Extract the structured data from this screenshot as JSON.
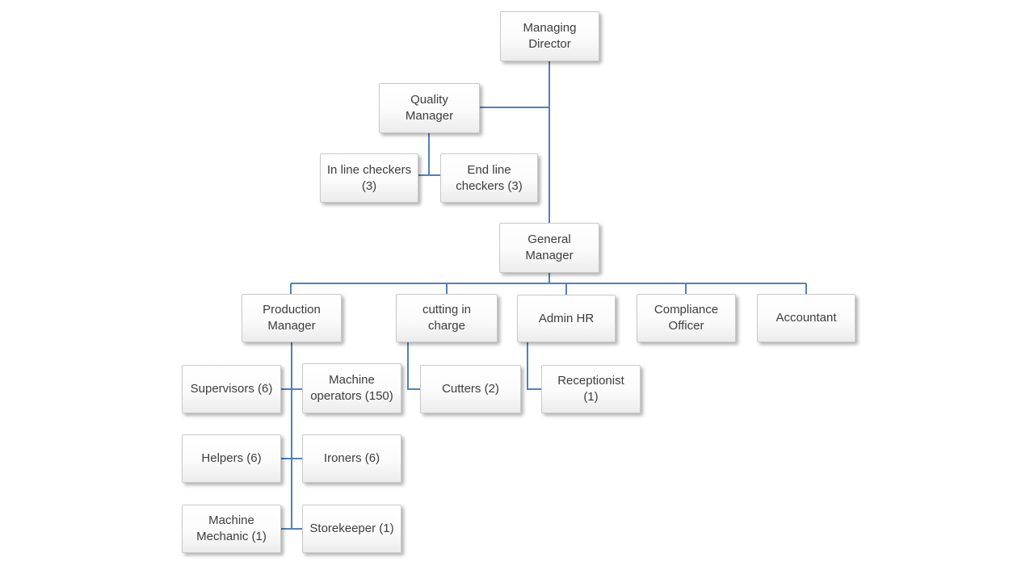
{
  "diagram": {
    "type": "org-chart",
    "page_background": "#ffffff",
    "connector_color": "#4f81bd",
    "box_style": {
      "fill_top": "#ffffff",
      "fill_bottom": "#ececec",
      "border": "#c9c9c9",
      "text_color": "#3d3d3d"
    },
    "nodes": [
      {
        "id": "managing-director",
        "label": "Managing\nDirector"
      },
      {
        "id": "quality-manager",
        "label": "Quality\nManager"
      },
      {
        "id": "in-line-checkers",
        "label": "In line checkers\n(3)"
      },
      {
        "id": "end-line-checkers",
        "label": "End line\ncheckers (3)"
      },
      {
        "id": "general-manager",
        "label": "General\nManager"
      },
      {
        "id": "production-manager",
        "label": "Production\nManager"
      },
      {
        "id": "cutting-in-charge",
        "label": "cutting in\ncharge"
      },
      {
        "id": "admin-hr",
        "label": "Admin HR"
      },
      {
        "id": "compliance-officer",
        "label": "Compliance\nOfficer"
      },
      {
        "id": "accountant",
        "label": "Accountant"
      },
      {
        "id": "supervisors",
        "label": "Supervisors (6)"
      },
      {
        "id": "machine-operators",
        "label": "Machine\noperators (150)"
      },
      {
        "id": "cutters",
        "label": "Cutters (2)"
      },
      {
        "id": "receptionist",
        "label": "Receptionist\n(1)"
      },
      {
        "id": "helpers",
        "label": "Helpers (6)"
      },
      {
        "id": "ironers",
        "label": "Ironers (6)"
      },
      {
        "id": "machine-mechanic",
        "label": "Machine\nMechanic (1)"
      },
      {
        "id": "storekeeper",
        "label": "Storekeeper (1)"
      }
    ],
    "edges": [
      {
        "from": "managing-director",
        "to": "quality-manager"
      },
      {
        "from": "managing-director",
        "to": "general-manager"
      },
      {
        "from": "quality-manager",
        "to": "in-line-checkers"
      },
      {
        "from": "quality-manager",
        "to": "end-line-checkers"
      },
      {
        "from": "general-manager",
        "to": "production-manager"
      },
      {
        "from": "general-manager",
        "to": "cutting-in-charge"
      },
      {
        "from": "general-manager",
        "to": "admin-hr"
      },
      {
        "from": "general-manager",
        "to": "compliance-officer"
      },
      {
        "from": "general-manager",
        "to": "accountant"
      },
      {
        "from": "production-manager",
        "to": "supervisors"
      },
      {
        "from": "production-manager",
        "to": "machine-operators"
      },
      {
        "from": "production-manager",
        "to": "helpers"
      },
      {
        "from": "production-manager",
        "to": "ironers"
      },
      {
        "from": "production-manager",
        "to": "machine-mechanic"
      },
      {
        "from": "production-manager",
        "to": "storekeeper"
      },
      {
        "from": "cutting-in-charge",
        "to": "cutters"
      },
      {
        "from": "admin-hr",
        "to": "receptionist"
      }
    ]
  }
}
